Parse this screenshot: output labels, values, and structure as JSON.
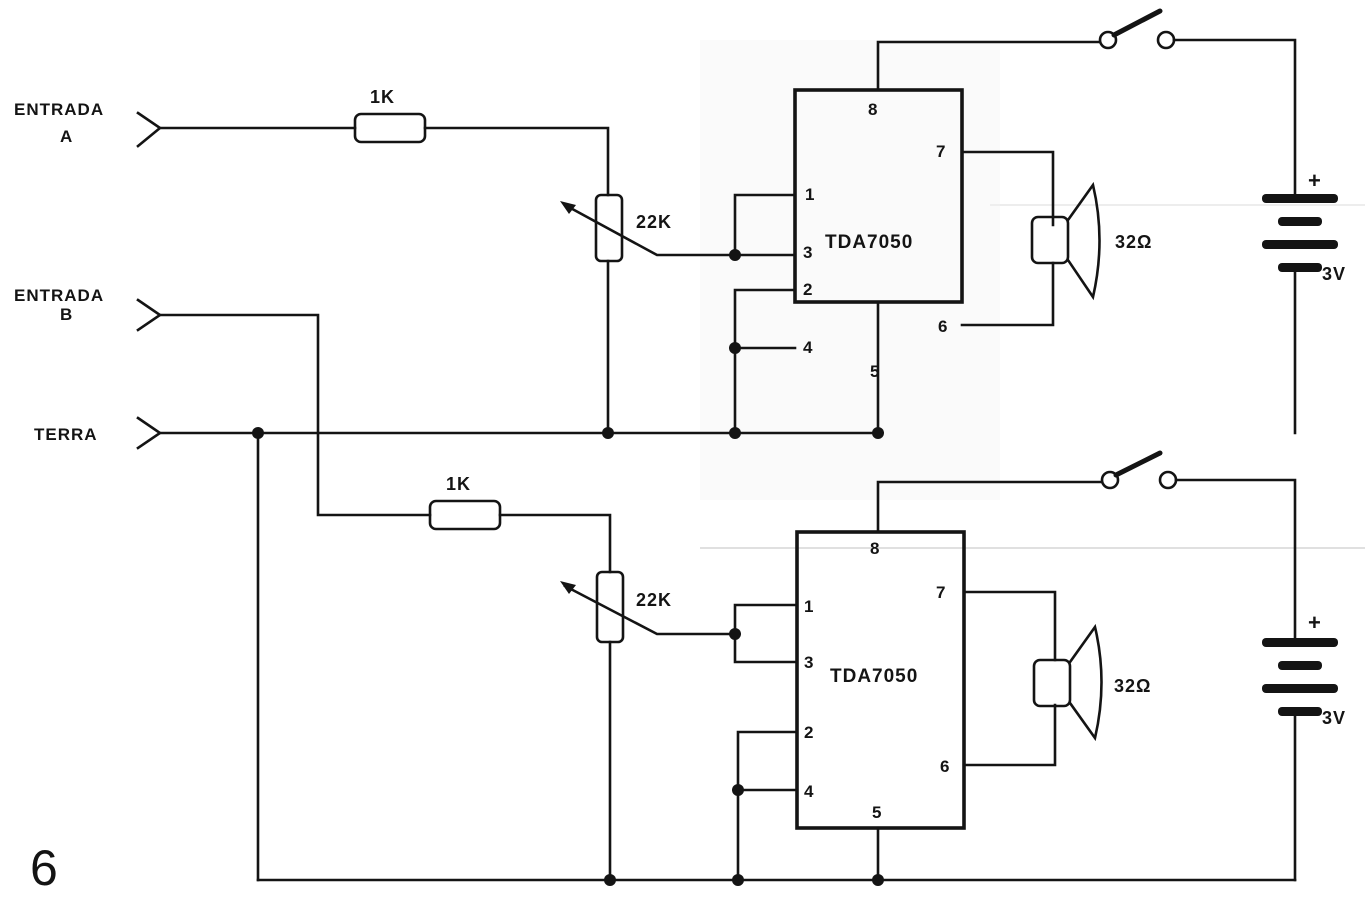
{
  "figure_number": "6",
  "inputs": {
    "a_line1": "ENTRADA",
    "a_line2": "A",
    "b_line1": "ENTRADA",
    "b_line2": "B",
    "ground": "TERRA"
  },
  "channels": [
    {
      "resistor": "1K",
      "potentiometer": "22K",
      "ic": "TDA7050",
      "pins": [
        "1",
        "2",
        "3",
        "4",
        "5",
        "6",
        "7",
        "8"
      ],
      "speaker": "32Ω",
      "battery_plus": "+",
      "battery_voltage": "3V"
    },
    {
      "resistor": "1K",
      "potentiometer": "22K",
      "ic": "TDA7050",
      "pins": [
        "1",
        "2",
        "3",
        "4",
        "5",
        "6",
        "7",
        "8"
      ],
      "speaker": "32Ω",
      "battery_plus": "+",
      "battery_voltage": "3V"
    }
  ]
}
